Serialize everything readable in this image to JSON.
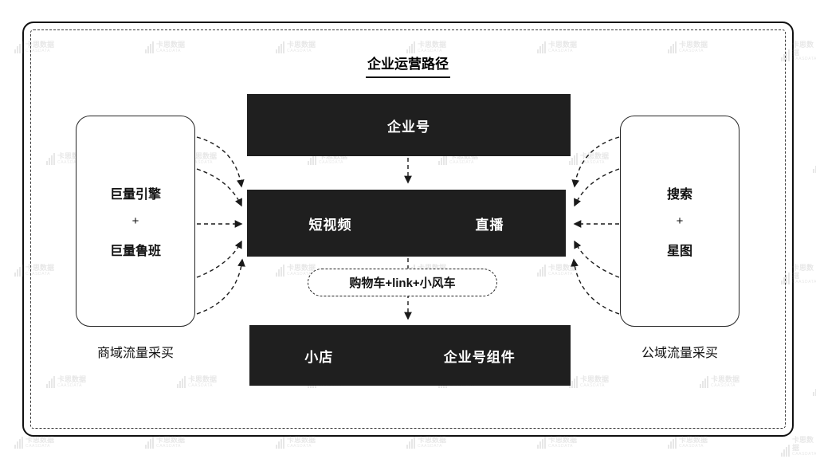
{
  "title": "企业运营路径",
  "flow": {
    "top_box": "企业号",
    "middle_box": {
      "left": "短视频",
      "right": "直播"
    },
    "pill": "购物车+link+小风车",
    "bottom_box": {
      "left": "小店",
      "right": "企业号组件"
    }
  },
  "left_panel": {
    "line1": "巨量引擎",
    "plus": "+",
    "line2": "巨量鲁班",
    "caption": "商域流量采买"
  },
  "right_panel": {
    "line1": "搜索",
    "plus": "+",
    "line2": "星图",
    "caption": "公域流量采买"
  },
  "watermark": {
    "text": "卡思数据",
    "subtext": "CAASDATA"
  },
  "colors": {
    "box_bg": "#1f1f1f",
    "box_text": "#ffffff",
    "line": "#1a1a1a",
    "watermark": "#8a8a8a"
  }
}
